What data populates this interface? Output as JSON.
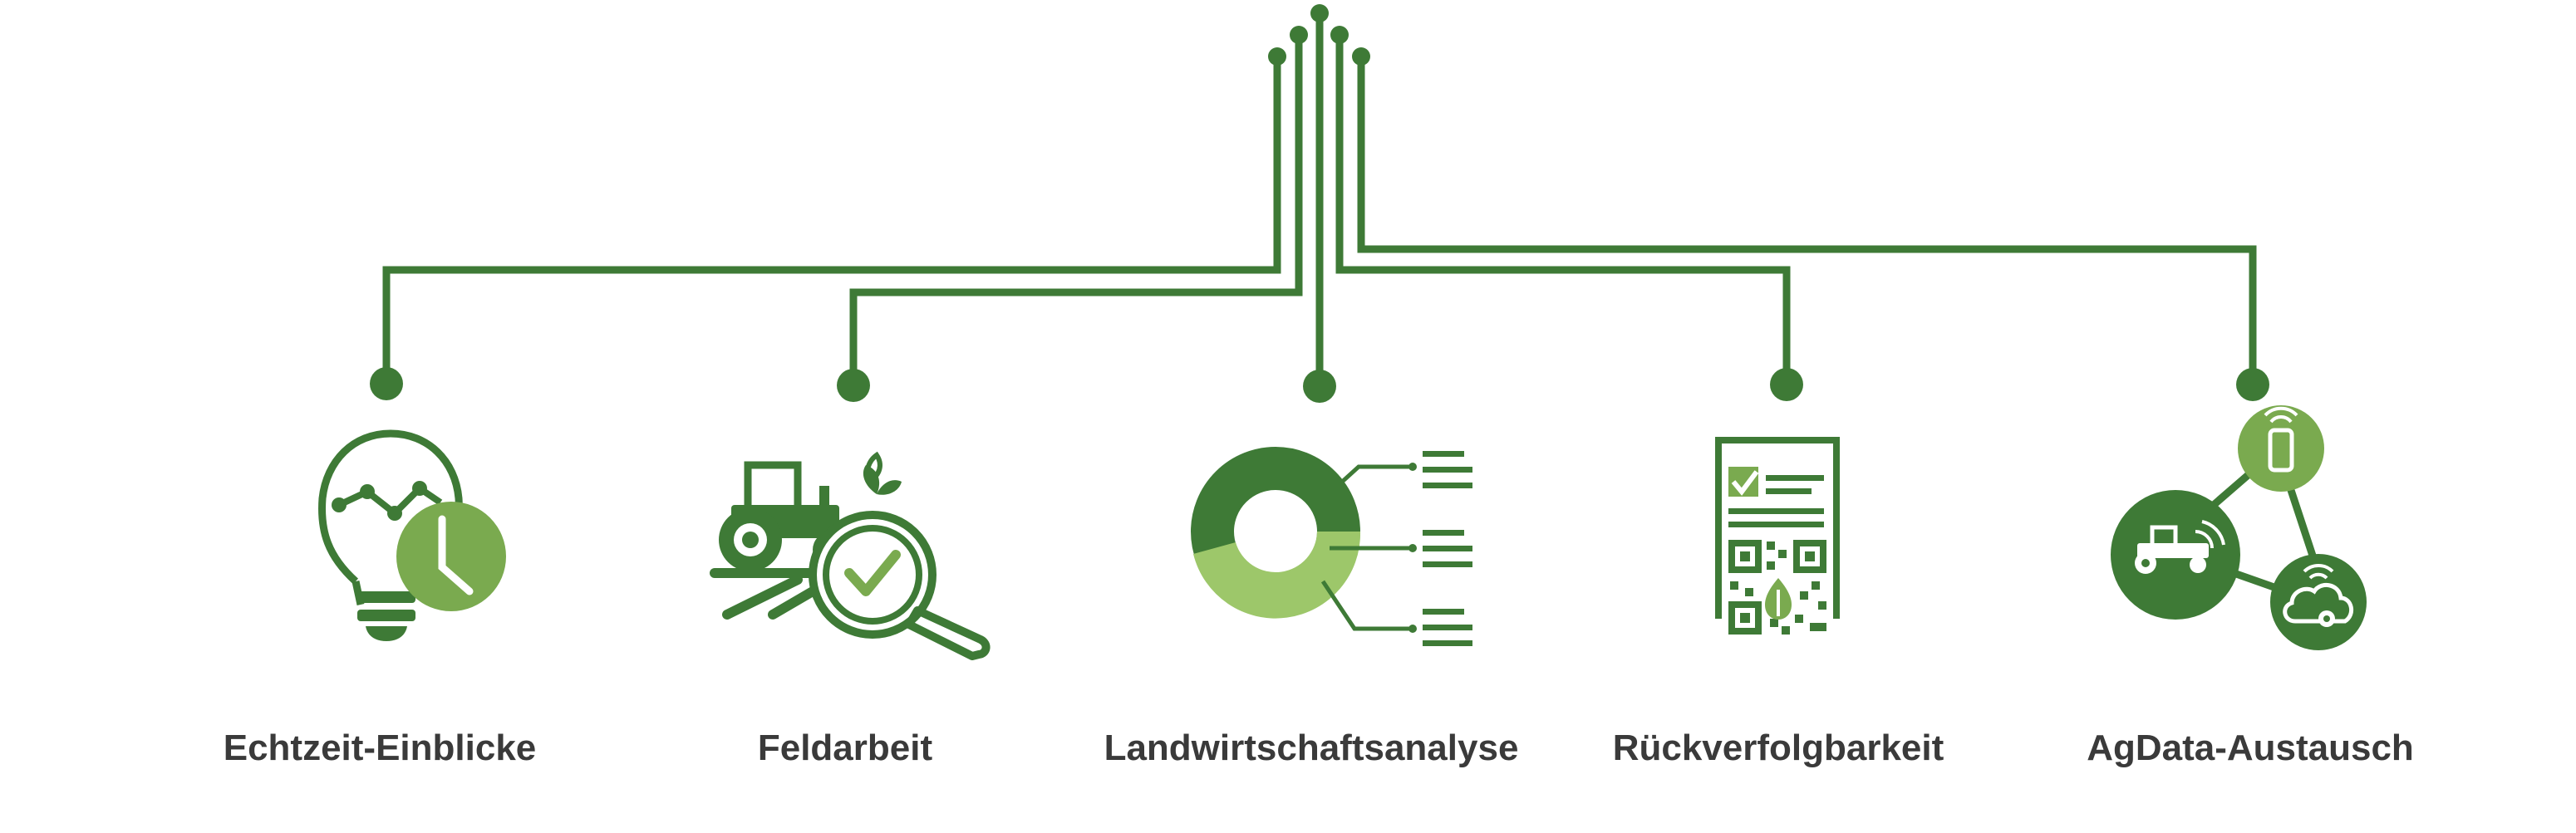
{
  "colors": {
    "dark_green": "#3e7a36",
    "light_green": "#9dc76a",
    "mid_green": "#7aaa4f",
    "label_text": "#3a3a3a"
  },
  "items": [
    {
      "label": "Echtzeit-Einblicke",
      "icon": "lightbulb-clock-icon"
    },
    {
      "label": "Feldarbeit",
      "icon": "tractor-magnifier-icon"
    },
    {
      "label": "Landwirtschaftsanalyse",
      "icon": "donut-chart-icon"
    },
    {
      "label": "Rückverfolgbarkeit",
      "icon": "document-qr-code-icon"
    },
    {
      "label": "AgData-Austausch",
      "icon": "data-exchange-network-icon"
    }
  ]
}
